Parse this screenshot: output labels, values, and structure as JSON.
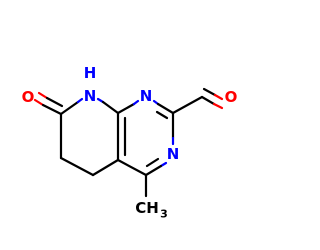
{
  "colors": {
    "carbon": "#000000",
    "nitrogen": "#0000ff",
    "oxygen": "#ff0000",
    "background": "#ffffff"
  },
  "atoms": {
    "amide_oxygen": "O",
    "ring_nh": "H",
    "ring_nh_n": "N",
    "pyrimidine_n_top": "N",
    "pyrimidine_n_right": "N",
    "aldehyde_oxygen": "O",
    "methyl": "CH",
    "methyl_subscript": "3"
  }
}
